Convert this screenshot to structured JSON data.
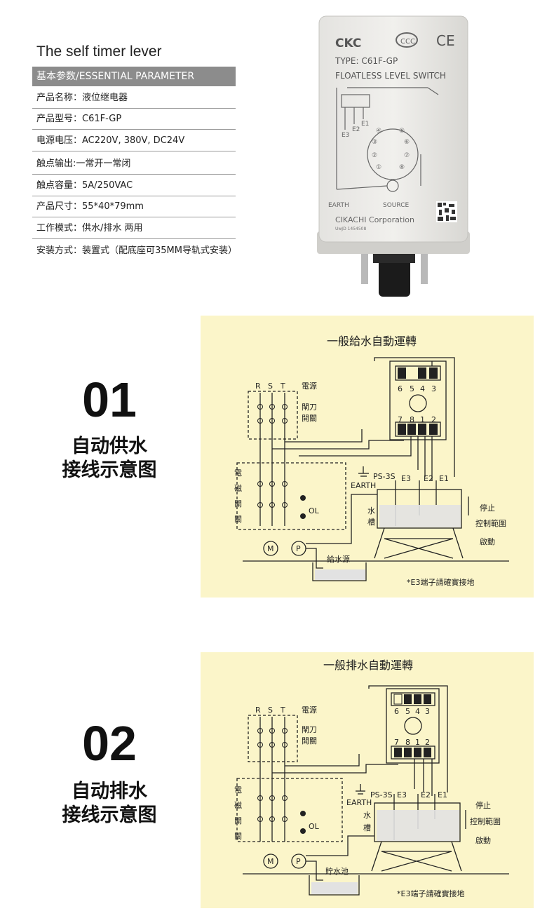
{
  "header": {
    "title": "The self timer lever",
    "param_heading": "基本参数/ESSENTIAL PARAMETER"
  },
  "params": [
    "产品名称：液位继电器",
    "产品型号：C61F-GP",
    "电源电压：AC220V, 380V, DC24V",
    "触点输出:一常开一常闭",
    "触点容量：5A/250VAC",
    "产品尺寸：55*40*79mm",
    "工作模式：供水/排水 两用",
    "安装方式：装置式（配底座可35MM导轨式安装）"
  ],
  "product": {
    "brand": "CKC",
    "type": "TYPE: C61F-GP",
    "name": "FLOATLESS LEVEL SWITCH",
    "earth": "EARTH",
    "source": "SOURCE",
    "corp": "CIKACHI Corporation",
    "lot": "UwJD 1454508",
    "electrodes": [
      "E3",
      "E2",
      "E1"
    ]
  },
  "sections": [
    {
      "number": "01",
      "label_line1": "自动供水",
      "label_line2": "接线示意图",
      "diagram_title": "一般給水自動運轉",
      "tank_label": "給水源",
      "note": "*E3端子請確實接地"
    },
    {
      "number": "02",
      "label_line1": "自动排水",
      "label_line2": "接线示意图",
      "diagram_title": "一般排水自動運轉",
      "tank_label": "貯水池",
      "note": "*E3端子請確實接地"
    }
  ],
  "diagram_labels": {
    "r": "R",
    "s": "S",
    "t": "T",
    "power": "電源",
    "knife1": "閘刀",
    "knife2": "開關",
    "mag1": "電",
    "mag2": "磁",
    "mag3": "開",
    "mag4": "關",
    "ol": "OL",
    "motor": "M",
    "pump": "P",
    "ps": "PS-3S",
    "earth": "EARTH",
    "e3": "E3",
    "e2": "E2",
    "e1": "E1",
    "water1": "水",
    "water2": "槽",
    "stop": "停止",
    "range": "控制範圍",
    "start": "啟動",
    "top_pins": [
      "6",
      "5",
      "4",
      "3"
    ],
    "bottom_pins": [
      "7",
      "8",
      "1",
      "2"
    ]
  }
}
